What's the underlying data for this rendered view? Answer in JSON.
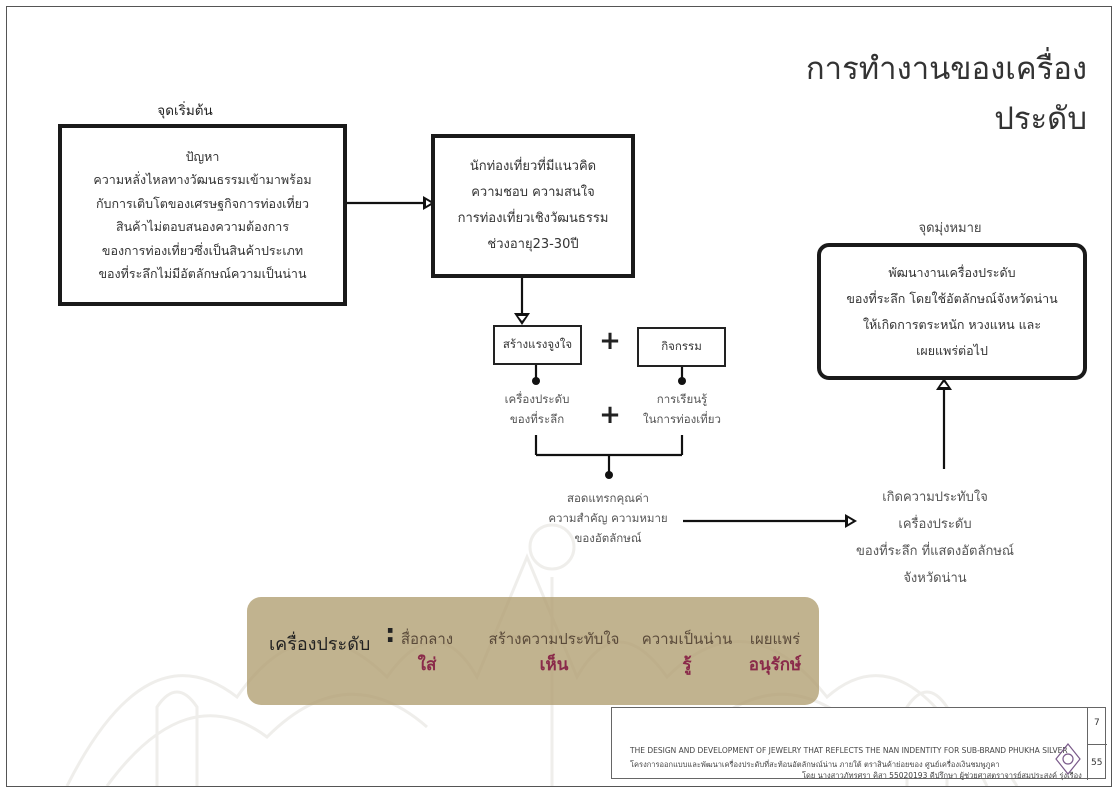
{
  "title": "การทำงานของเครื่องประดับ",
  "start": {
    "heading": "จุดเริ่มต้น",
    "problem_lines": [
      "ปัญหา",
      "ความหลั่งไหลทางวัฒนธรรมเข้ามาพร้อม",
      "กับการเติบโตของเศรษฐกิจการท่องเที่ยว",
      "สินค้าไม่ตอบสนองความต้องการ",
      "ของการท่องเที่ยวซึ่งเป็นสินค้าประเภท",
      "ของที่ระลึกไม่มีอัตลักษณ์ความเป็นน่าน"
    ]
  },
  "target": {
    "lines": [
      "นักท่องเที่ยวที่มีแนวคิด",
      "ความชอบ ความสนใจ",
      "การท่องเที่ยวเชิงวัฒนธรรม",
      "ช่วงอายุ23-30ปี"
    ]
  },
  "steps": {
    "motivate": "สร้างแรงจูงใจ",
    "activity": "กิจกรรม",
    "plus": "+",
    "jewelry_lines": [
      "เครื่องประดับ",
      "ของที่ระลึก"
    ],
    "learning_lines": [
      "การเรียนรู้",
      "ในการท่องเที่ยว"
    ],
    "insert_lines": [
      "สอดแทรกคุณค่า",
      "ความสำคัญ ความหมาย",
      "ของอัตลักษณ์"
    ]
  },
  "impression": {
    "lines": [
      "เกิดความประทับใจ",
      "เครื่องประดับ",
      "ของที่ระลึก ที่แสดงอัตลักษณ์",
      "จังหวัดน่าน"
    ]
  },
  "goal": {
    "heading": "จุดมุ่งหมาย",
    "lines": [
      "พัฒนางานเครื่องประดับ",
      "ของที่ระลึก โดยใช้อัตลักษณ์จังหวัดน่าน",
      "ให้เกิดการตระหนัก หวงแหน และ",
      "เผยแพร่ต่อไป"
    ]
  },
  "banner": {
    "lead": "เครื่องประดับ",
    "colon": ":",
    "items": [
      {
        "top": "สื่อกลาง",
        "bottom": "ใส่"
      },
      {
        "top": "สร้างความประทับใจ",
        "bottom": "เห็น"
      },
      {
        "top": "ความเป็นน่าน",
        "bottom": "รู้"
      },
      {
        "top": "เผยแพร่",
        "bottom": "อนุรักษ์"
      }
    ]
  },
  "footer": {
    "line1": "THE DESIGN AND DEVELOPMENT OF JEWELRY THAT  REFLECTS THE NAN INDENTITY FOR SUB-BRAND PHUKHA SILVER",
    "line2": "โครงการออกแบบและพัฒนาเครื่องประดับที่สะท้อนอัตลักษณ์น่าน ภายใต้ ตราสินค้าย่อยของ ศูนย์เครื่องเงินชมพูภูคา",
    "line3": "โดย นางสาวภัทรศรา คิสา 55020193 คีปรึกษา ผู้ช่วยศาสตราจารย์สมประสงค์ รุ่งเรือง",
    "page_top": "7",
    "page_bottom": "55"
  }
}
